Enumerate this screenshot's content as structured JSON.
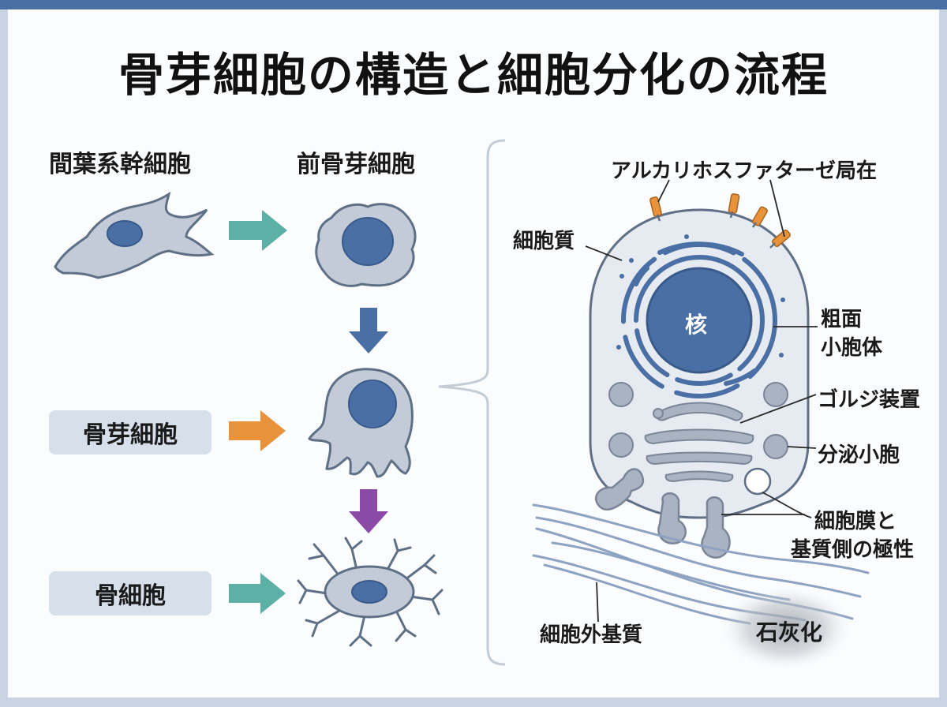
{
  "title": "骨芽細胞の構造と細胞分化の流程",
  "stages": {
    "msc": "間葉系幹細胞",
    "preosteoblast": "前骨芽細胞",
    "osteoblast": "骨芽細胞",
    "osteocyte": "骨細胞"
  },
  "structure": {
    "nucleus": "核",
    "cytoplasm": "細胞質",
    "alp": "アルカリホスファターゼ局在",
    "rer_line1": "粗面",
    "rer_line2": "小胞体",
    "golgi": "ゴルジ装置",
    "vesicle": "分泌小胞",
    "membrane_line1": "細胞膜と",
    "membrane_line2": "基質側の極性",
    "ecm": "細胞外基質",
    "mineral": "石灰化"
  },
  "colors": {
    "cell_fill": "#c3cbd8",
    "cell_stroke": "#5f7086",
    "nucleus": "#4a6fa5",
    "arrow_teal": "#5cb0a6",
    "arrow_blue": "#4a6fa5",
    "arrow_orange": "#e8923a",
    "arrow_purple": "#8a4aa5",
    "alp": "#e8923a"
  }
}
